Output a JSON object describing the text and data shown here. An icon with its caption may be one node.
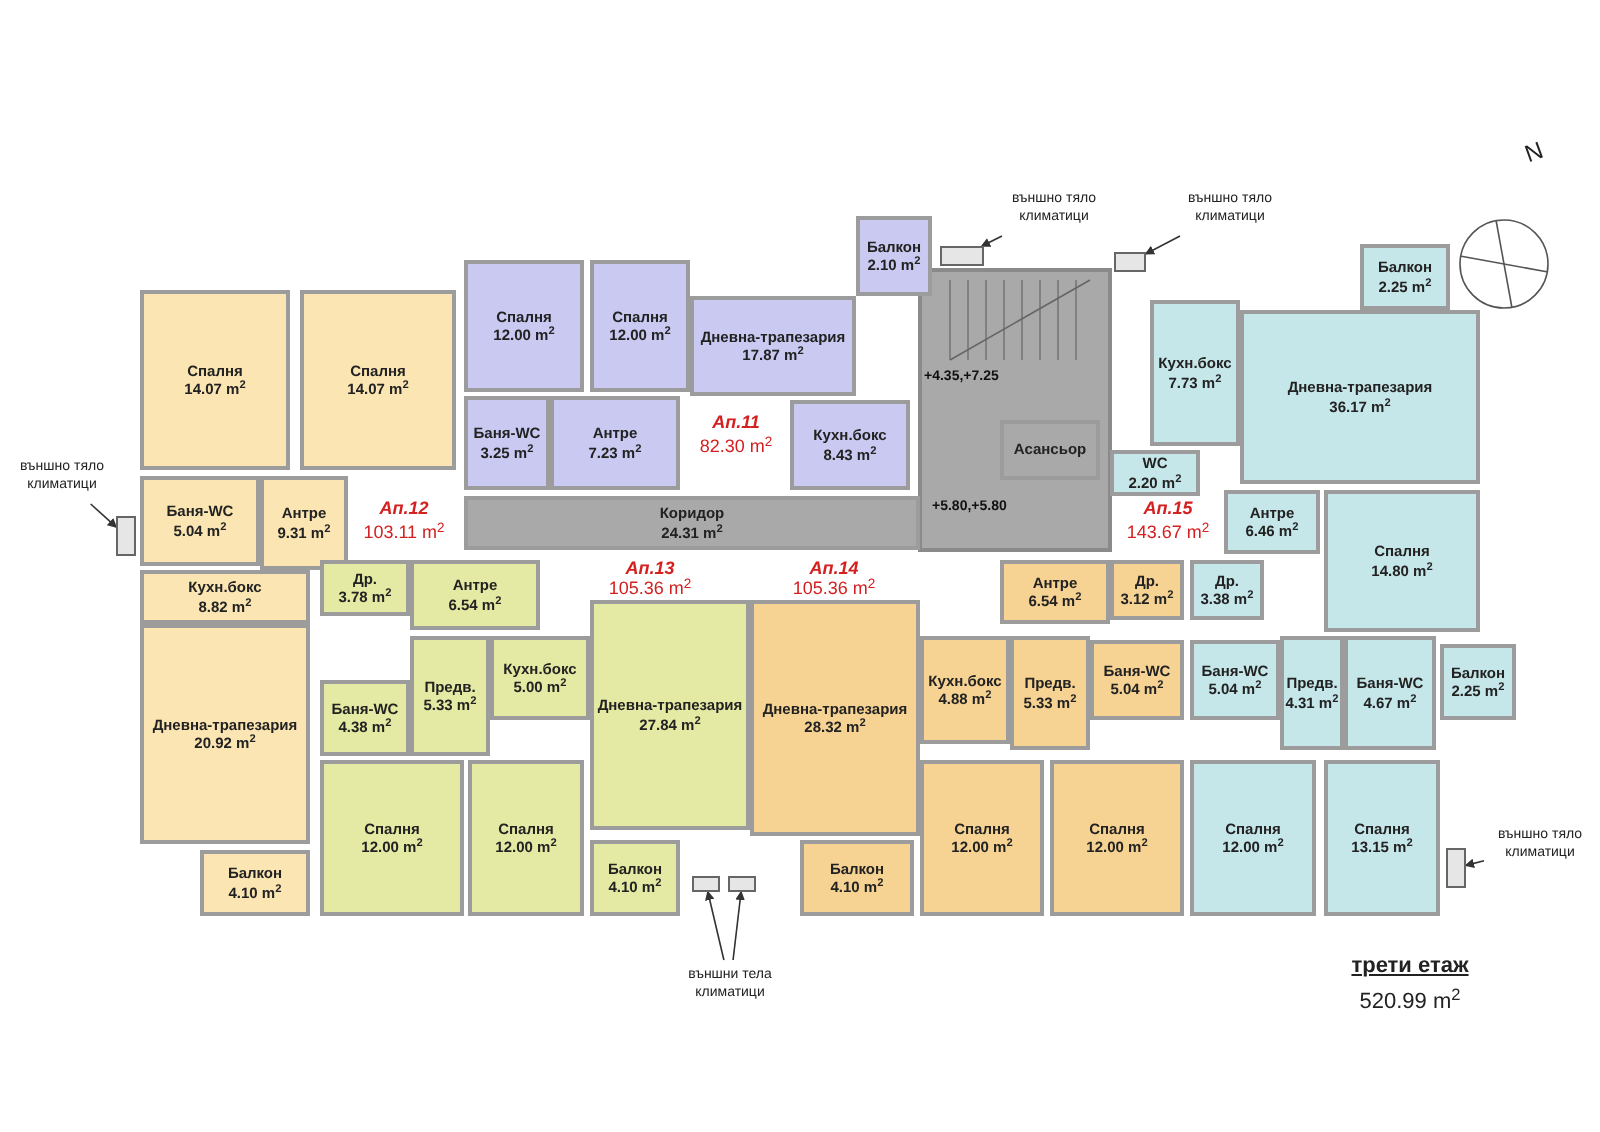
{
  "diagram": {
    "nodes": [
      {
        "text": [
          "Балкон",
          "2.10 m$^{2}$"
        ]
      },
      {
        "text": [
          "Спалня",
          "12.00 m$^{2}$"
        ]
      },
      {
        "text": [
          "Спалня",
          "12.00 m$^{2}$"
        ]
      },
      {
        "text": [
          "Дневна-трапезария",
          "17.87 m$^{2}$"
        ]
      },
      {
        "text": [
          "Балкон",
          "2.25 m$^{2}$"
        ]
      },
      {
        "text": [
          "Спалня",
          "14.07 m$^{2}$"
        ]
      },
      {
        "text": [
          "Спалня",
          "14.07 m$^{2}$"
        ]
      },
      {
        "text": [
          "Кухн.бокс",
          "7.73 m$^{2}$"
        ]
      },
      {
        "text": [
          "Дневна-трапезария",
          "36.17 m$^{2}$"
        ]
      },
      {
        "text": [
          "Баня-WC",
          "3.25 m$^{2}$"
        ]
      },
      {
        "text": [
          "Антре",
          "7.23 m$^{2}$"
        ]
      },
      {
        "text": [
          "Кухн.бокс",
          "8.43 m$^{2}$"
        ]
      },
      {
        "text": [
          "Асансьор"
        ]
      },
      {
        "text": [
          "WC",
          "2.20 m$^{2}$"
        ]
      },
      {
        "text": [
          "Баня-WC",
          "5.04 m$^{2}$"
        ]
      },
      {
        "text": [
          "Антре",
          "9.31 m$^{2}$"
        ]
      },
      {
        "text": [
          "Коридор",
          "24.31 m$^{2}$"
        ]
      },
      {
        "text": [
          "Антре",
          "6.46 m$^{2}$"
        ]
      },
      {
        "text": [
          "Спалня",
          "14.80 m$^{2}$"
        ]
      },
      {
        "text": [
          "Кухн.бокс",
          "8.82 m$^{2}$"
        ]
      },
      {
        "text": [
          "Др.",
          "3.78 m$^{2}$"
        ]
      },
      {
        "text": [
          "Антре",
          "6.54 m$^{2}$"
        ]
      },
      {
        "text": [
          "Антре",
          "6.54 m$^{2}$"
        ]
      },
      {
        "text": [
          "Др.",
          "3.12 m$^{2}$"
        ]
      },
      {
        "text": [
          "Др.",
          "3.38 m$^{2}$"
        ]
      },
      {
        "text": [
          "Дневна-трапезария",
          "20.92 m$^{2}$"
        ]
      },
      {
        "text": [
          "Баня-WC",
          "4.38 m$^{2}$"
        ]
      },
      {
        "text": [
          "Предв.",
          "5.33 m$^{2}$"
        ]
      },
      {
        "text": [
          "Кухн.бокс",
          "5.00 m$^{2}$"
        ]
      },
      {
        "text": [
          "Дневна-трапезария",
          "27.84 m$^{2}$"
        ]
      },
      {
        "text": [
          "Дневна-трапезария",
          "28.32 m$^{2}$"
        ]
      },
      {
        "text": [
          "Кухн.бокс",
          "4.88 m$^{2}$"
        ]
      },
      {
        "text": [
          "Предв.",
          "5.33 m$^{2}$"
        ]
      },
      {
        "text": [
          "Баня-WC",
          "5.04 m$^{2}$"
        ]
      },
      {
        "text": [
          "Баня-WC",
          "5.04 m$^{2}$"
        ]
      },
      {
        "text": [
          "Предв.",
          "4.31 m$^{2}$"
        ]
      },
      {
        "text": [
          "Баня-WC",
          "4.67 m$^{2}$"
        ]
      },
      {
        "text": [
          "Балкон",
          "2.25 m$^{2}$"
        ]
      },
      {
        "text": [
          "Балкон",
          "4.10 m$^{2}$"
        ]
      },
      {
        "text": [
          "Спалня",
          "12.00 m$^{2}$"
        ]
      },
      {
        "text": [
          "Спалня",
          "12.00 m$^{2}$"
        ]
      },
      {
        "text": [
          "Балкон",
          "4.10 m$^{2}$"
        ]
      },
      {
        "text": [
          "Балкон",
          "4.10 m$^{2}$"
        ]
      },
      {
        "text": [
          "Спалня",
          "12.00 m$^{2}$"
        ]
      },
      {
        "text": [
          "Спалня",
          "12.00 m$^{2}$"
        ]
      },
      {
        "text": [
          "Спалня",
          "12.00 m$^{2}$"
        ]
      },
      {
        "text": [
          "Спалня",
          "13.15 m$^{2}$"
        ]
      },
      {
        "text": [
          "външно тяло климатици"
        ]
      },
      {
        "text": [
          "външно тяло климатици"
        ]
      },
      {
        "text": [
          "външно тяло климатици"
        ]
      },
      {
        "text": [
          "външни тела климатици"
        ]
      },
      {
        "text": [
          "външно тяло климатици"
        ]
      },
      {
        "text": [],
        "shape": "box"
      },
      {
        "text": [],
        "shape": "box"
      },
      {
        "text": [],
        "shape": "box"
      },
      {
        "text": [],
        "shape": "box"
      },
      {
        "text": [],
        "shape": "box"
      },
      {
        "text": [],
        "shape": "box"
      }
    ],
    "edges": [
      {
        "from": 47,
        "to": 52,
        "arrow": "to"
      },
      {
        "from": 48,
        "to": 53,
        "arrow": "to"
      },
      {
        "from": 49,
        "to": 54,
        "arrow": "to"
      },
      {
        "from": 50,
        "to": 55,
        "arrow": "to"
      },
      {
        "from": 50,
        "to": 56,
        "arrow": "to"
      },
      {
        "from": 51,
        "to": 57,
        "arrow": "to"
      }
    ],
    "labels": [
      "+4.35,+7.25",
      "+5.80,+5.80",
      "Ап.11",
      "82.30 m$^{2}$",
      "Ап.12",
      "103.11 m$^{2}$",
      "Ап.13",
      "105.36 m$^{2}$",
      "Ап.14",
      "105.36 m$^{2}$",
      "Ап.15",
      "143.67 m$^{2}$",
      "трети етаж",
      "520.99 m$^{2}$",
      "N"
    ]
  }
}
